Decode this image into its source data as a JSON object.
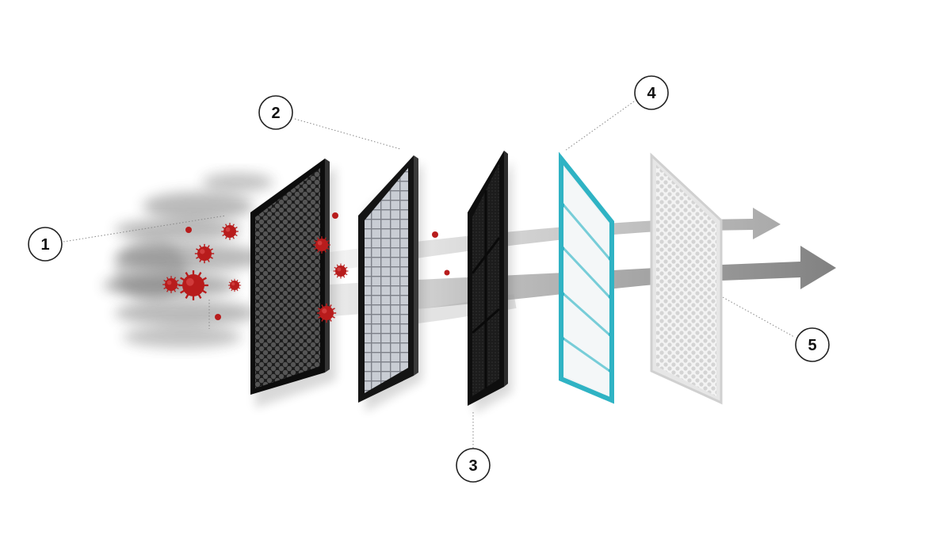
{
  "diagram": {
    "callouts": [
      {
        "id": "1",
        "label": "1"
      },
      {
        "id": "2",
        "label": "2"
      },
      {
        "id": "3",
        "label": "3"
      },
      {
        "id": "4",
        "label": "4"
      },
      {
        "id": "5",
        "label": "5"
      }
    ],
    "colors": {
      "particle": "#b81c1c",
      "smoke": "#3a3a3a",
      "frame_dark": "#111111",
      "frame_teal": "#2fb3c4",
      "arrow": "#8a8a8a",
      "callout_stroke": "#222222"
    },
    "icons": [
      "pollutant-particle-icon",
      "airflow-arrow-icon"
    ]
  }
}
